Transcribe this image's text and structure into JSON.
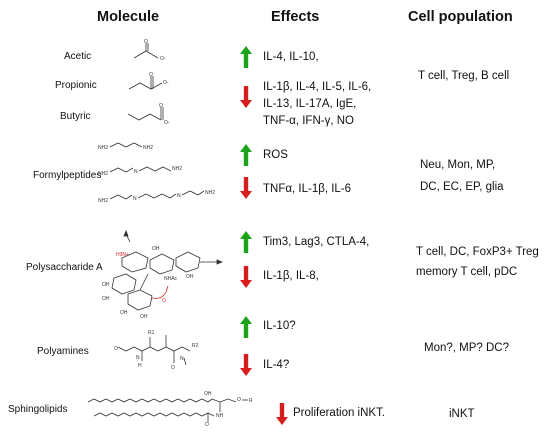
{
  "headers": {
    "molecule": "Molecule",
    "effects": "Effects",
    "cell_population": "Cell population"
  },
  "colors": {
    "up_arrow": "#1aa41a",
    "down_arrow": "#d61e1e",
    "polysaccharide_red": "#cc2222"
  },
  "molecules": {
    "acetic": "Acetic",
    "propionic": "Propionic",
    "butyric": "Butyric",
    "formylpeptides": "Formylpeptides",
    "polysaccharide_a": "Polysaccharide A",
    "polyamines": "Polyamines",
    "sphingolipids": "Sphingolipids"
  },
  "effects": {
    "scfa_up": "IL-4, IL-10,",
    "scfa_down_1": "IL-1β, IL-4, IL-5, IL-6,",
    "scfa_down_2": "IL-13, IL-17A, IgE,",
    "scfa_down_3": "TNF-α, IFN-γ, NO",
    "formyl_up": "ROS",
    "formyl_down": "TNFα, IL-1β, IL-6",
    "psa_up": "Tim3, Lag3, CTLA-4,",
    "psa_down": "IL-1β, IL-8,",
    "polyamine_up": "IL-10?",
    "polyamine_down": "IL-4?",
    "sphingo_down": "Proliferation iNKT."
  },
  "cells": {
    "scfa": "T cell, Treg, B cell",
    "formyl_1": "Neu, Mon, MP,",
    "formyl_2": "DC, EC, EP, glia",
    "psa_1": "T cell, DC, FoxP3+ Treg",
    "psa_2": "memory T cell, pDC",
    "polyamine": "Mon?, MP? DC?",
    "sphingo": "iNKT"
  },
  "structure_atoms": {
    "o_minus": "O-",
    "o": "O",
    "nh2": "NH2",
    "nh": "NH",
    "n": "N",
    "h": "H",
    "r1": "R1",
    "r2": "R2",
    "r": "R",
    "oh": "OH",
    "nhac": "NHAc",
    "h3n": "H3N+"
  }
}
